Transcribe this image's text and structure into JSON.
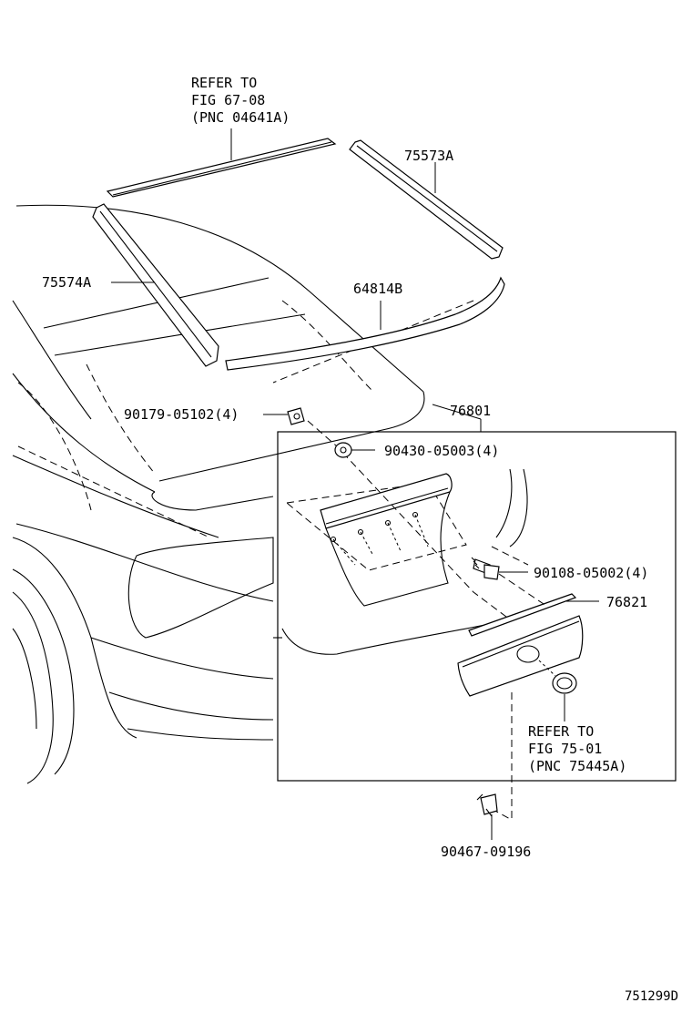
{
  "labels": {
    "refer_top_1": "REFER TO",
    "refer_top_2": "FIG 67-08",
    "refer_top_3": "(PNC 04641A)",
    "part_75573A": "75573A",
    "part_75574A": "75574A",
    "part_64814B": "64814B",
    "part_90179": "90179-05102(4)",
    "part_76801": "76801",
    "part_90430": "90430-05003(4)",
    "part_90108": "90108-05002(4)",
    "part_76821": "76821",
    "refer_bottom_1": "REFER TO",
    "refer_bottom_2": "FIG 75-01",
    "refer_bottom_3": "(PNC 75445A)",
    "part_90467": "90467-09196",
    "diagram_code": "751299D"
  }
}
